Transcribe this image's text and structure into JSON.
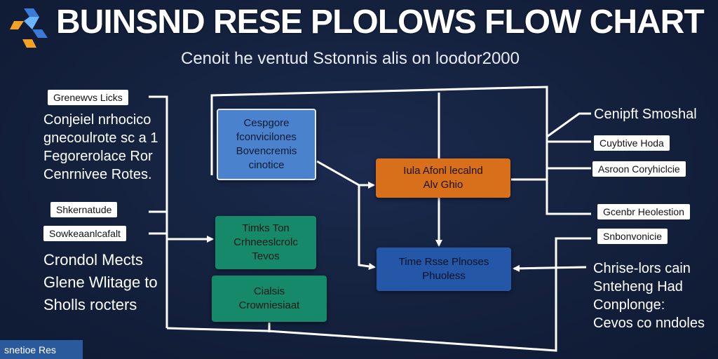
{
  "header": {
    "title": "BUINSND RESE PLOLOWS FLOW CHART",
    "subtitle": "Cenoit he ventud Sstonnis alis on loodor2000"
  },
  "left_panel": {
    "tag_1": "Grenewvs Licks",
    "block_1": [
      "Conjeiel nrhocico",
      "gnecoulrote sc a 1",
      "Fegorerolace Ror",
      "Cenrnivee Rotes."
    ],
    "tag_2": "Shkernatude",
    "tag_3": "Sowkeaanlcafalt",
    "block_2": [
      "Crondol Mects",
      "Glene Wlitage to",
      "Sholls rocters"
    ]
  },
  "nodes": {
    "blue_top": "Cespgore\nfconvicilones\nBovencremis\ncinotice",
    "orange": "Iula Afonl lecalnd\nAlv Ghio",
    "green_top": "Timks Ton\nCrhneeslcrolc\nTevos",
    "green_bottom": "Cialsis\nCrowniesiaat",
    "blue_bottom": "Time Rsse Plnoses\nPhuoless"
  },
  "right_panel": {
    "heading": "Cenipft Smoshal",
    "tag_1": "Cuybtive Hoda",
    "tag_2": "Asroon Coryhiclcie",
    "tag_3": "Gcenbr Heolestion",
    "tag_4": "Snbonvonicie",
    "block": [
      "Chrise-lors cain",
      "Snteheng Had",
      "Conplonge:",
      "Cevos co nndoles"
    ]
  },
  "corner_label": "snetioe Res",
  "colors": {
    "background": "#14213d",
    "blue_node": "#4a82cd",
    "orange_node": "#d8701b",
    "green_node": "#16896a",
    "dark_blue_node": "#2457a8",
    "connector": "#ffffff"
  }
}
